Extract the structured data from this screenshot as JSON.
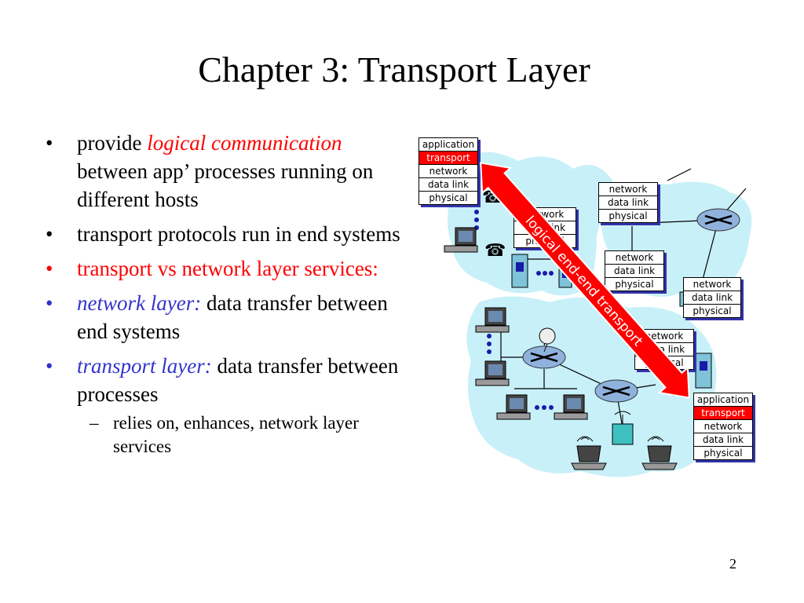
{
  "slide": {
    "title": "Chapter 3: Transport Layer",
    "page_number": "2"
  },
  "bullets": [
    {
      "pre": "provide ",
      "em": "logical communication",
      "post": " between app’ processes running on different hosts"
    },
    {
      "text": "transport protocols run in end systems"
    },
    {
      "text": "transport vs network layer services:"
    },
    {
      "em": "network layer:",
      "post": " data transfer between end systems"
    },
    {
      "em": "transport layer:",
      "post": " data transfer between processes"
    }
  ],
  "sub_bullet": "relies on, enhances, network layer services",
  "diagram": {
    "arrow_label": "logical end-end transport",
    "stack_full": [
      "application",
      "transport",
      "network",
      "data link",
      "physical"
    ],
    "stack_router": [
      "network",
      "data link",
      "physical"
    ],
    "colors": {
      "cloud": "#c8f0f8",
      "arrow": "#ff0000",
      "highlight": "#ff0000",
      "stack_shadow": "#3333aa"
    }
  }
}
